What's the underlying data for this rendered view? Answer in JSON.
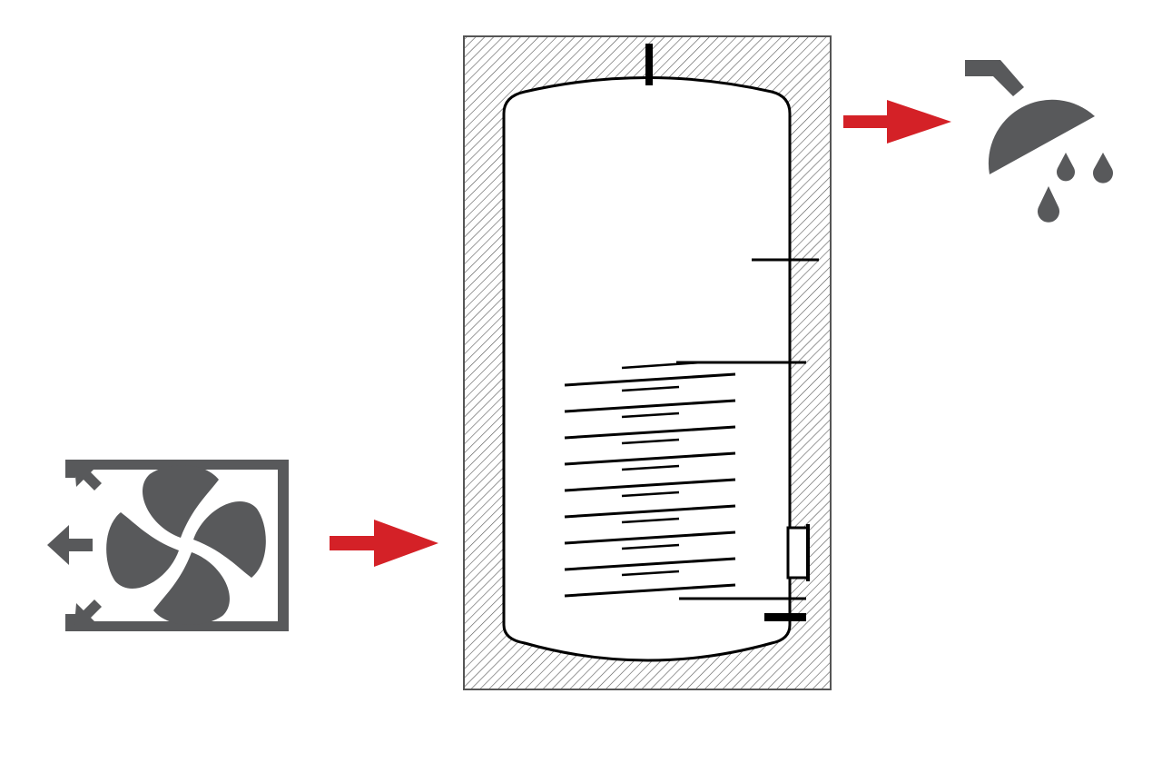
{
  "diagram": {
    "components": [
      {
        "id": "heat-pump-unit",
        "icon": "fan-icon"
      },
      {
        "id": "storage-tank",
        "icon": "insulated-water-cylinder"
      },
      {
        "id": "hot-water-outlet",
        "icon": "shower-icon"
      }
    ],
    "flows": [
      {
        "from": "heat-pump-unit",
        "to": "storage-tank",
        "icon": "arrow-right-icon"
      },
      {
        "from": "storage-tank",
        "to": "hot-water-outlet",
        "icon": "arrow-right-icon"
      }
    ],
    "colors": {
      "arrow": "#d42127",
      "icon": "#58595b",
      "insulation_hatch": "#555555",
      "tank_outline": "#000000"
    }
  }
}
